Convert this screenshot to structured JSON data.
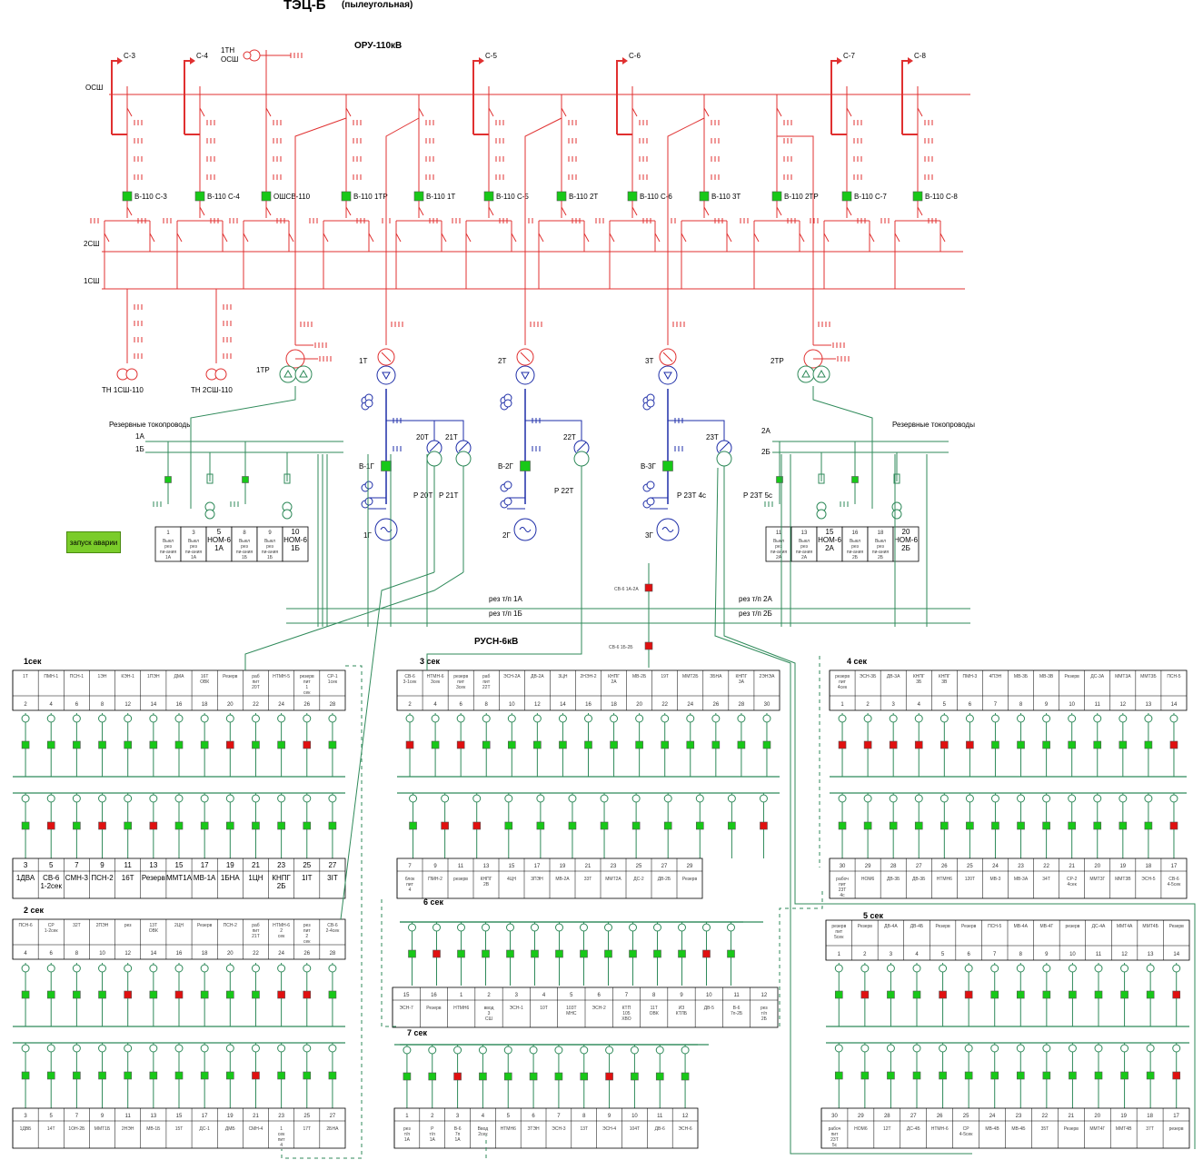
{
  "header": {
    "title": "ТЭЦ-Б",
    "subtitle": "(пылеугольная)",
    "oru_label": "ОРУ-110кВ",
    "rusn_label": "РУСН-6кВ"
  },
  "alarm_button": "запуск аварии",
  "colors": {
    "hv": "#e03030",
    "mv": "#2f8a5a",
    "gen": "#1e2ea8",
    "breaker_on": "#18c818",
    "breaker_off": "#e01010"
  },
  "lines": [
    "С-3",
    "С-4",
    "С-5",
    "С-6",
    "С-7",
    "С-8"
  ],
  "oru": {
    "bus_osh": "ОСШ",
    "bus_2": "2СШ",
    "bus_1": "1СШ",
    "tn_osh": [
      "1ТН",
      "ОСШ"
    ],
    "breakers": [
      "В-110 С-3",
      "В-110 С-4",
      "ОШСВ-110",
      "В-110 1ТР",
      "В-110 1Т",
      "В-110 С-5",
      "В-110 2Т",
      "В-110 С-6",
      "В-110 3Т",
      "В-110 2ТР",
      "В-110 С-7",
      "В-110 С-8"
    ],
    "vt": [
      "ТН 1СШ-110",
      "ТН 2СШ-110"
    ]
  },
  "units": {
    "trafos": [
      "1ТР",
      "1Т",
      "2Т",
      "3Т",
      "2ТР"
    ],
    "gens": [
      "1Г",
      "2Г",
      "3Г"
    ],
    "gen_breakers": [
      "В-1Г",
      "В-2Г",
      "В-3Г"
    ],
    "aux_trafos": [
      "20Т",
      "21Т",
      "22Т",
      "23Т"
    ],
    "aux_labels": [
      "Р 20Т",
      "Р 21Т",
      "Р 22Т",
      "Р 23Т 4с",
      "Р 23Т 5с"
    ]
  },
  "reserve": {
    "title": "Резервные токопроводы",
    "left_buses": [
      "1А",
      "1Б"
    ],
    "right_buses": [
      "2А",
      "2Б"
    ],
    "rp_1a": "рез т/п 1А",
    "rp_1b": "рез т/п 1Б",
    "rp_2a": "рез т/п 2А",
    "rp_2b": "рез т/п 2Б",
    "sv_1": "СВ-6 1А-2А",
    "sv_2": "СВ-6 1Б-2Б",
    "left_table": {
      "nums": [
        "1",
        "3",
        "5",
        "8",
        "9",
        "10"
      ],
      "names": [
        "Выкл рез пи-ания 1А",
        "Выкл рез пи-ания 1А",
        "НОМ-6 1А",
        "Выкл рез пи-ания 1Б",
        "Выкл рез пи-ания 1Б",
        "НОМ-6 1Б"
      ]
    },
    "right_table": {
      "nums": [
        "11",
        "13",
        "15",
        "16",
        "18",
        "20"
      ],
      "names": [
        "Выкл рез пи-ания 2А",
        "Выкл рез пи-ания 2А",
        "НОМ-6 2А",
        "Выкл рез пи-ания 2Б",
        "Выкл рез пи-ания 2Б",
        "НОМ-6 2Б"
      ]
    }
  },
  "sections": {
    "s1": {
      "label": "1сек",
      "top_names": [
        "1Т",
        "ПМН-1",
        "ПСН-1",
        "1ЭН",
        "КЭН-1",
        "1ПЭН",
        "ДМА",
        "16Т ОВК",
        "Резерв",
        "раб пит 20Т",
        "НТМН-5",
        "резерв пит 1 сек",
        "СР-1 1сек"
      ],
      "top_nums": [
        "2",
        "4",
        "6",
        "8",
        "12",
        "14",
        "16",
        "18",
        "20",
        "22",
        "24",
        "26",
        "28"
      ],
      "bot_nums": [
        "3",
        "5",
        "7",
        "9",
        "11",
        "13",
        "15",
        "17",
        "19",
        "21",
        "23",
        "25",
        "27"
      ],
      "bot_names": [
        "1ДВА",
        "СВ-6 1-2сек",
        "СМН-3",
        "ПСН-2",
        "16Т",
        "Резерв",
        "ММТ1А",
        "МВ-1А",
        "1БНА",
        "1ЦН",
        "КНПГ 2Б",
        "1IT",
        "3IT"
      ]
    },
    "s2": {
      "label": "2 сек",
      "top_names": [
        "ПСН-6",
        "СР 1-2сек",
        "32Т",
        "2ПЭН",
        "рез",
        "13Т ОВК",
        "2ЦН",
        "Резерв",
        "ПСН-2",
        "раб пит 21Т",
        "НТМН-6 2 сек",
        "рез пит 2 сек",
        "СВ-6 2-4сек"
      ],
      "top_nums": [
        "4",
        "6",
        "8",
        "10",
        "12",
        "14",
        "16",
        "18",
        "20",
        "22",
        "24",
        "26",
        "28"
      ],
      "bot_nums": [
        "3",
        "5",
        "7",
        "9",
        "11",
        "13",
        "15",
        "17",
        "19",
        "21",
        "23",
        "25",
        "27"
      ],
      "bot_names": [
        "1ДВБ",
        "14Т",
        "1ОН-2Б",
        "ММТ1Б",
        "2НЭН",
        "МВ-1Б",
        "15Т",
        "ДС-1",
        "ДМБ",
        "СМН-4",
        "1 сек пит 4",
        "17Т",
        "2БНА"
      ]
    },
    "s3": {
      "label": "3 сек",
      "top_names": [
        "СВ-6 3-1сек",
        "НТМН-6 3сек",
        "резерв пит 3сек",
        "раб пит 22Т",
        "ЭСН-2А",
        "ДВ-2А",
        "3ЦН",
        "2НЭН-2",
        "КНПГ 2А",
        "МВ-2Б",
        "19Т",
        "ММТ2Б",
        "ЗБНА",
        "КНПГ 3А",
        "2ЭНЭА"
      ],
      "top_nums": [
        "2",
        "4",
        "6",
        "8",
        "10",
        "12",
        "14",
        "16",
        "18",
        "20",
        "22",
        "24",
        "26",
        "28",
        "30"
      ],
      "bot_nums": [
        "7",
        "9",
        "11",
        "13",
        "15",
        "17",
        "19",
        "21",
        "23",
        "25",
        "27",
        "29"
      ],
      "bot_names": [
        "блок пит 4",
        "ПМН-2",
        "резерв",
        "КНПГ 2В",
        "4ЦН",
        "3ПЭН",
        "МВ-2А",
        "33Т",
        "ММТ2А",
        "ДС-2",
        "ДВ-2Б",
        "Резерв"
      ]
    },
    "s4": {
      "label": "4 сек",
      "top_names": [
        "резерв пит 4сек",
        "ЭСН-3Б",
        "ДВ-3А",
        "КНПГ 3Б",
        "КНПГ 3В",
        "ПМН-3",
        "4ПЭН",
        "МВ-3Б",
        "МВ-3В",
        "Резерв",
        "ДС-3А",
        "ММТ3А",
        "ММТ3Б",
        "ПСН-5"
      ],
      "top_nums": [
        "1",
        "2",
        "3",
        "4",
        "5",
        "6",
        "7",
        "8",
        "9",
        "10",
        "11",
        "12",
        "13",
        "14"
      ],
      "bot_nums": [
        "30",
        "29",
        "28",
        "27",
        "26",
        "25",
        "24",
        "23",
        "22",
        "21",
        "20",
        "19",
        "18",
        "17"
      ],
      "bot_names": [
        "рабоч пит 23Т 4с",
        "НОМ6",
        "ДВ-3Б",
        "ДВ-3Б",
        "НТМН6",
        "120Т",
        "МВ-3",
        "МВ-3А",
        "34Т",
        "СР-2 4сек",
        "ММТ3Г",
        "ММТ3В",
        "ЭСН-5",
        "СВ-6 4-5сек"
      ]
    },
    "s5": {
      "label": "5 сек",
      "top_names": [
        "резерв пит 5сек",
        "Резерв",
        "ДВ-4А",
        "ДВ-4Б",
        "Резерв",
        "Резерв",
        "ПСН-5",
        "МВ-4А",
        "МВ-4Г",
        "резерв",
        "ДС-4А",
        "ММТ4А",
        "ММТ4Б",
        "Резерв"
      ],
      "top_nums": [
        "1",
        "2",
        "3",
        "4",
        "5",
        "6",
        "7",
        "8",
        "9",
        "10",
        "11",
        "12",
        "13",
        "14"
      ],
      "bot_nums": [
        "30",
        "29",
        "28",
        "27",
        "26",
        "25",
        "24",
        "23",
        "22",
        "21",
        "20",
        "19",
        "18",
        "17"
      ],
      "bot_names": [
        "рабоч пит 23Т 5с",
        "НОМ6",
        "12Т",
        "ДС-4Б",
        "НТМН-6",
        "СР 4-5сек",
        "МВ-4В",
        "МВ-4Б",
        "35Т",
        "Резерв",
        "ММТ4Г",
        "ММТ4В",
        "37Т",
        "резерв"
      ]
    },
    "s6": {
      "label": "6 сек",
      "nums": [
        "15",
        "16",
        "1",
        "2",
        "3",
        "4",
        "5",
        "6",
        "7",
        "8",
        "9",
        "10",
        "11",
        "12",
        "13",
        "14"
      ],
      "names": [
        "ЭСН-7",
        "Резерв",
        "НТМН6",
        "ввод 3 СШ",
        "ЭСН-1",
        "10Т",
        "103Т МНС",
        "ЭСН-2",
        "КТП 105 ХВО",
        "11Т ОВК",
        "ИЗ КТЛБ",
        "ДВ-5",
        "В-6 7п-2Б",
        "рез т/п 2Б"
      ]
    },
    "s7": {
      "label": "7 сек",
      "nums": [
        "1",
        "2",
        "3",
        "4",
        "5",
        "6",
        "7",
        "8",
        "9",
        "10",
        "11",
        "12"
      ],
      "names": [
        "рез т/п 1А",
        "Р т/п 1А",
        "В-6 7п 1А",
        "Ввод 2сек",
        "НТМН6",
        "ЗТЭН",
        "ЭСН-3",
        "13Т",
        "ЭСН-4",
        "104Т",
        "ДВ-6",
        "ЭСН-6"
      ]
    }
  }
}
